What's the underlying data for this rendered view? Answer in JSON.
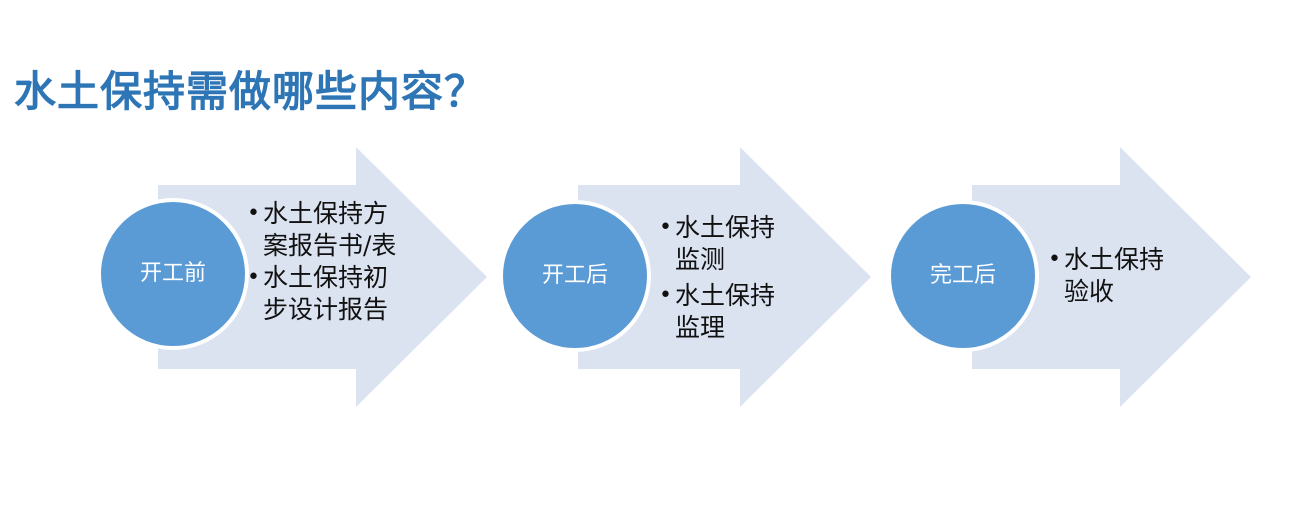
{
  "title": "水土保持需做哪些内容？",
  "stages": [
    {
      "label": "开工前",
      "items": [
        "水土保持方案报告书/表",
        "水土保持初步设计报告"
      ]
    },
    {
      "label": "开工后",
      "items": [
        "水土保持监测",
        "水土保持监理"
      ]
    },
    {
      "label": "完工后",
      "items": [
        "水土保持验收"
      ]
    }
  ],
  "colors": {
    "title": "#2e75b6",
    "arrow": "#dbe3f1",
    "circle": "#5b9bd5"
  }
}
